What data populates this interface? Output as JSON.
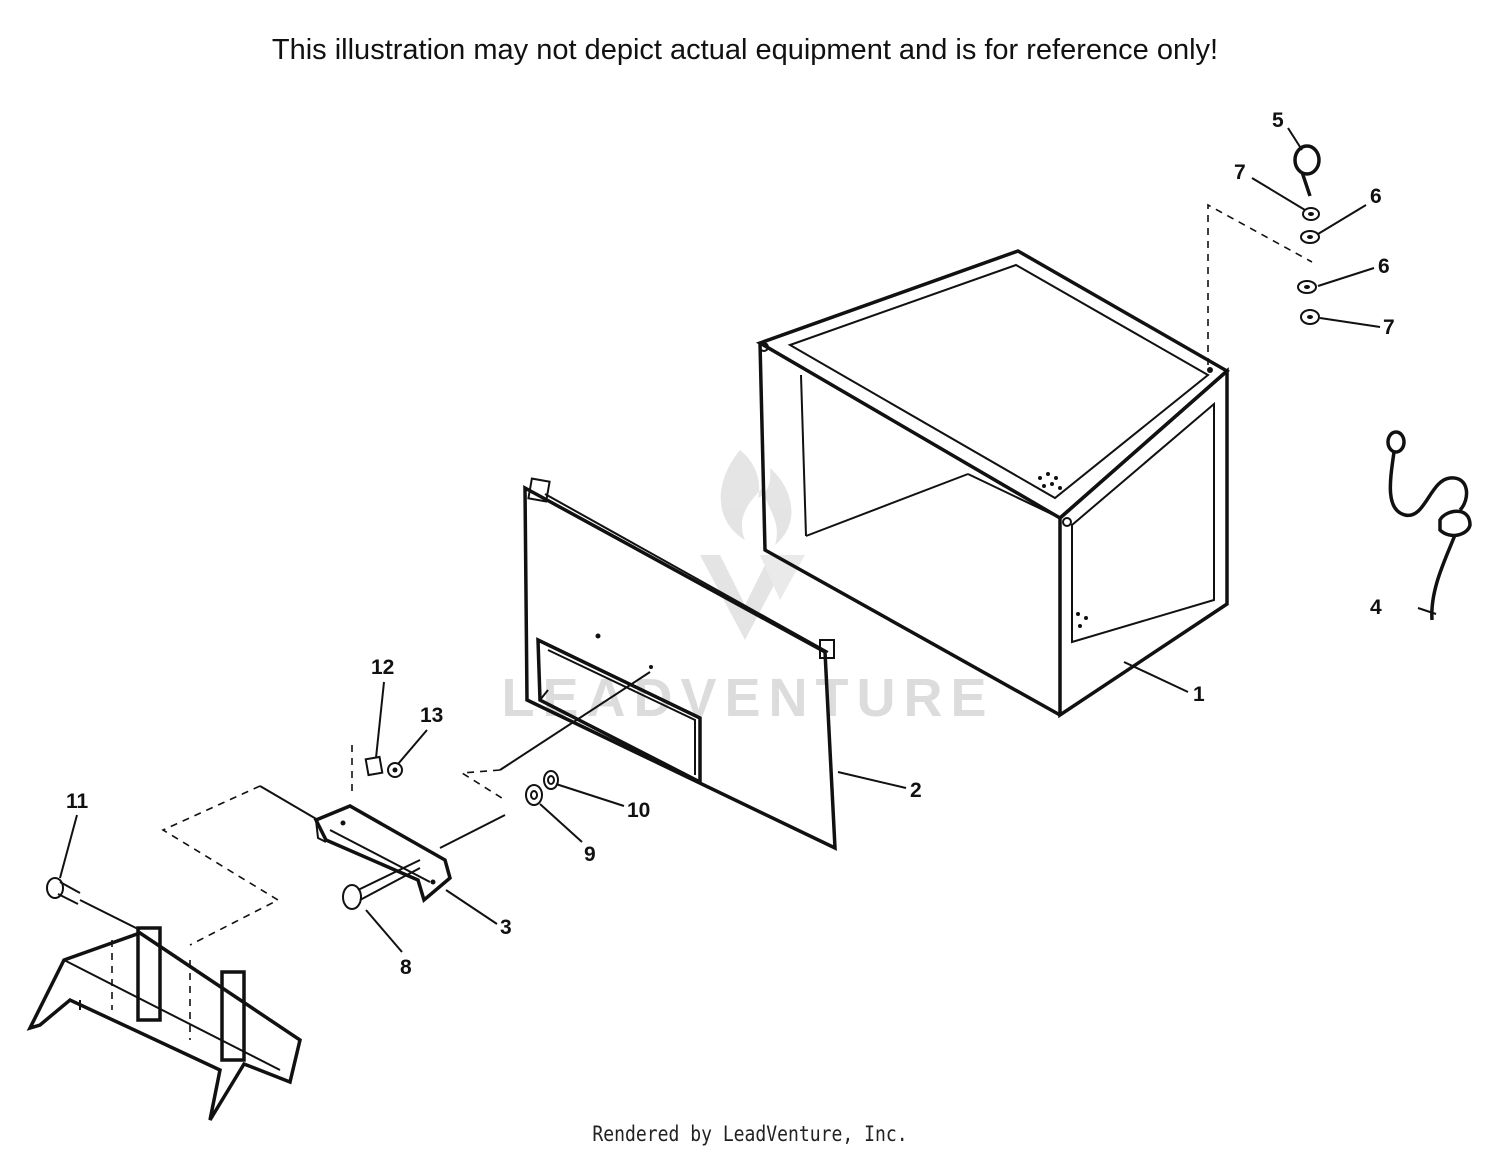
{
  "header": {
    "disclaimer": "This illustration may not depict actual equipment and is for reference only!"
  },
  "footer": {
    "rendered_by": "Rendered by LeadVenture, Inc."
  },
  "watermark": {
    "text": "LEADVENTURE"
  },
  "callouts": {
    "c1": "1",
    "c2": "2",
    "c3": "3",
    "c4": "4",
    "c5": "5",
    "c6a": "6",
    "c6b": "6",
    "c7a": "7",
    "c7b": "7",
    "c8": "8",
    "c9": "9",
    "c10": "10",
    "c11": "11",
    "c12": "12",
    "c13": "13"
  }
}
